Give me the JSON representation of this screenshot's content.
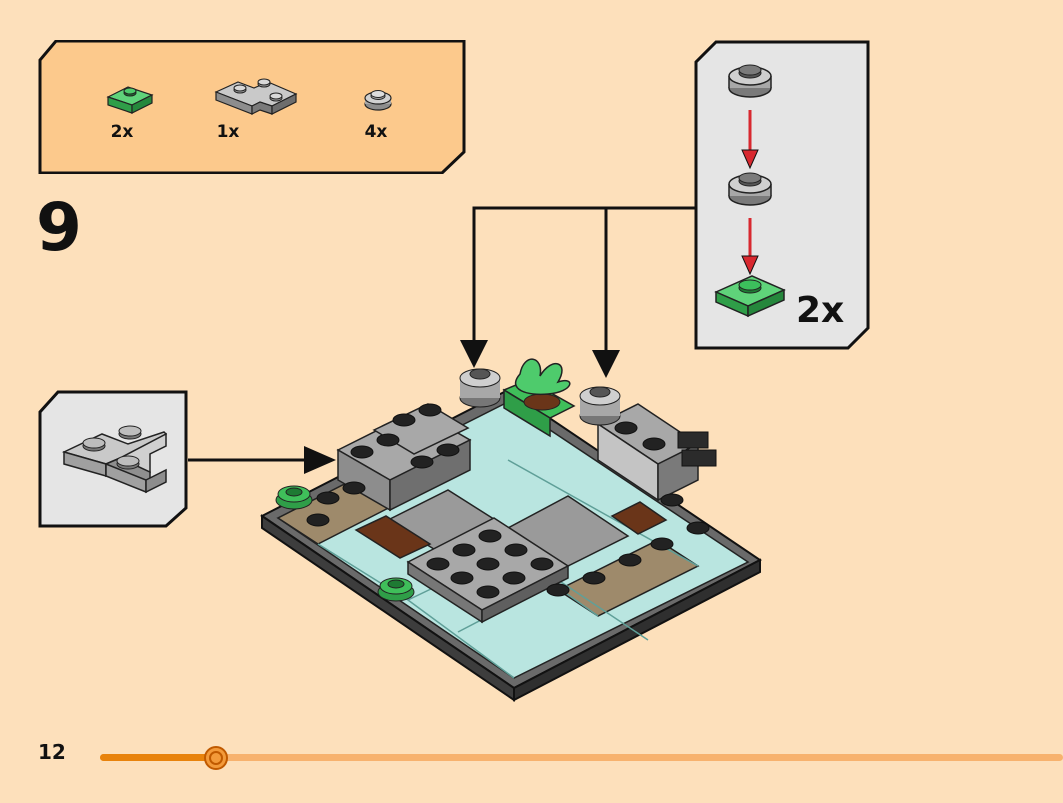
{
  "parts_list": {
    "items": [
      {
        "part": "green-2x2-plate",
        "color": "#3fbf5a",
        "count": "2x"
      },
      {
        "part": "grey-corner-plate",
        "color": "#a3a3a3",
        "count": "1x"
      },
      {
        "part": "grey-round-plate",
        "color": "#a3a3a3",
        "count": "4x"
      }
    ]
  },
  "step": {
    "number": "9"
  },
  "sub_assembly": {
    "count": "2x"
  },
  "page": {
    "number": "12"
  },
  "progress": {
    "fraction": 0.12,
    "fill_color": "#e8830c",
    "track_color": "#f7b26e"
  },
  "colors": {
    "background": "#fde0bb",
    "callout_orange": "#fcc98c",
    "callout_grey": "#e5e5e5",
    "arrow_red": "#d8282f",
    "brick_grey": "#a3a3a3",
    "brick_green": "#3fbf5a",
    "trans_teal": "#b9e5e0",
    "tan": "#9e8a6b",
    "brown": "#6a3519",
    "dark_base": "#5b5b5b"
  },
  "icons": [
    "green-plate-icon",
    "grey-corner-plate-icon",
    "round-plate-icon",
    "assembly-model-illustration",
    "arrow-icon"
  ]
}
